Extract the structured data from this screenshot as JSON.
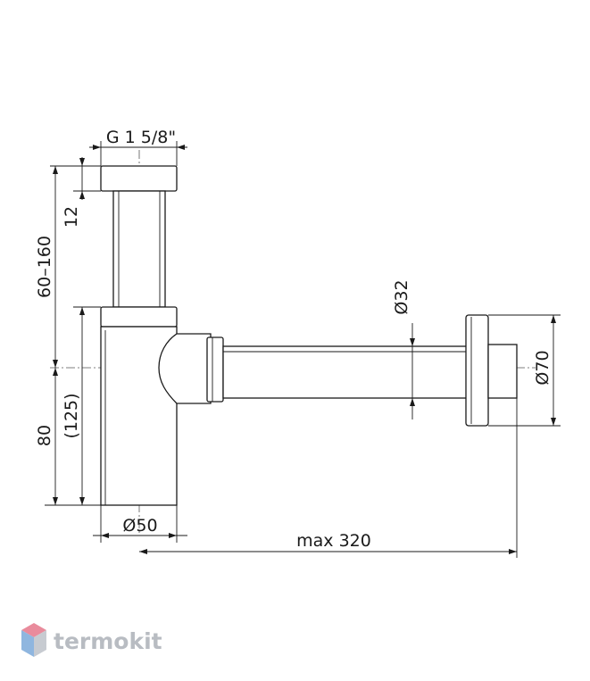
{
  "dimensions": {
    "thread": "G 1 5/8\"",
    "top_flange_height": "12",
    "adjustable_height": "60–160",
    "bottle_height": "80",
    "bottle_height_alt": "(125)",
    "bottle_diameter": "Ø50",
    "pipe_diameter": "Ø32",
    "wall_flange_diameter": "Ø70",
    "max_length": "max 320"
  },
  "watermark": {
    "brand": "termokit",
    "colors": {
      "top": "#e98b9c",
      "left": "#8fb6df",
      "right": "#c7cbd1"
    }
  }
}
